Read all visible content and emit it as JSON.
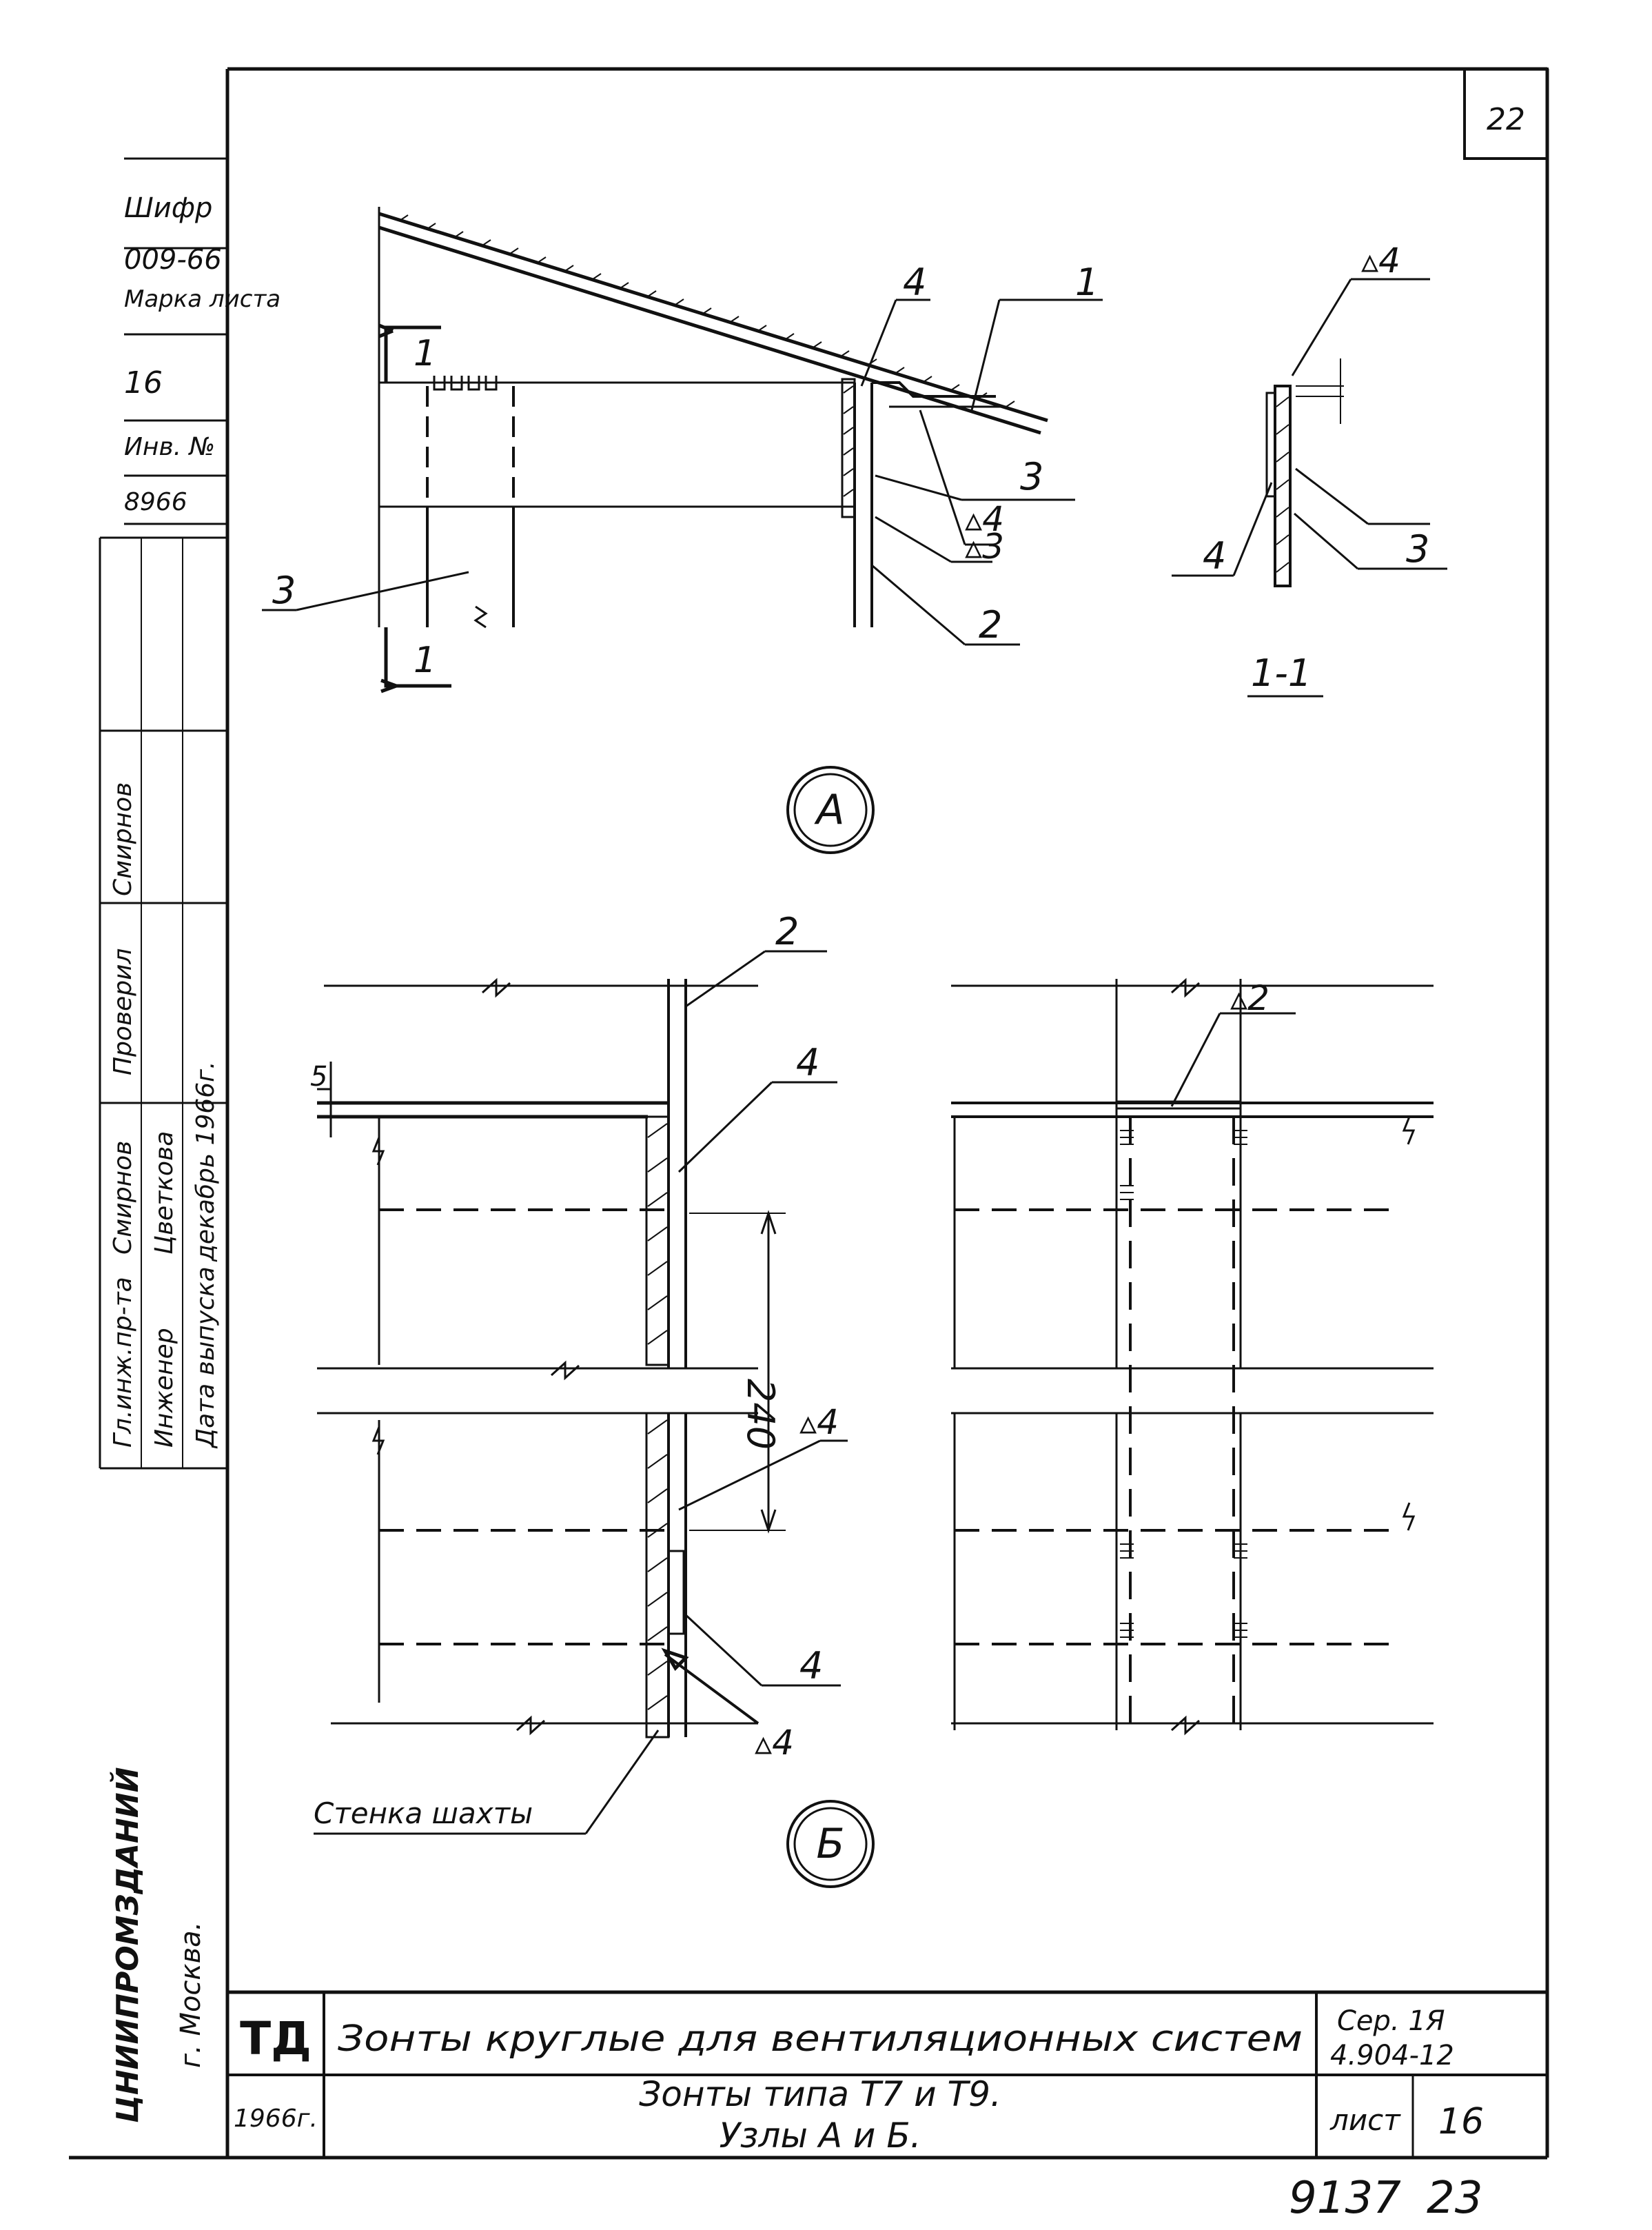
{
  "sheet": {
    "page_number": "22",
    "footer_code": "9137",
    "footer_number": "23"
  },
  "left_stamp": {
    "shifr_label": "Шифр",
    "shifr_value": "009-66",
    "marka_label": "Марка листа",
    "marka_value": "16",
    "inv_label": "Инв. №",
    "inv_value": "8966",
    "roles": [
      {
        "role": "Гл.инж.пр-та",
        "name": "Смирнов"
      },
      {
        "role": "Инженер",
        "name": "Цветкова"
      },
      {
        "role": "Дата выпуска",
        "name": "декабрь 1966г."
      }
    ],
    "checked_label": "Проверил",
    "checked_name": "Смирнов",
    "org_name": "ЦНИИПРОМЗДАНИЙ",
    "org_city": "г. Москва."
  },
  "title_block": {
    "logo": "ТД",
    "title": "Зонты круглые для вентиляционных систем",
    "subtitle_1": "Зонты типа Т7 и Т9.",
    "subtitle_2": "Узлы А и Б.",
    "year": "1966г.",
    "series_label": "Сер. 1Я",
    "series_value": "4.904-12",
    "sheet_label": "лист",
    "sheet_value": "16"
  },
  "drawing": {
    "node_a_label": "А",
    "node_b_label": "Б",
    "section_label": "1-1",
    "section_mark": "1",
    "callouts": {
      "c1": "1",
      "c2": "2",
      "c3": "3",
      "c4": "4",
      "weld3": "▵3",
      "weld4": "▵4",
      "weld2": "▵2"
    },
    "dim_240": "240",
    "dim_5": "5",
    "wall_label": "Стенка шахты"
  }
}
